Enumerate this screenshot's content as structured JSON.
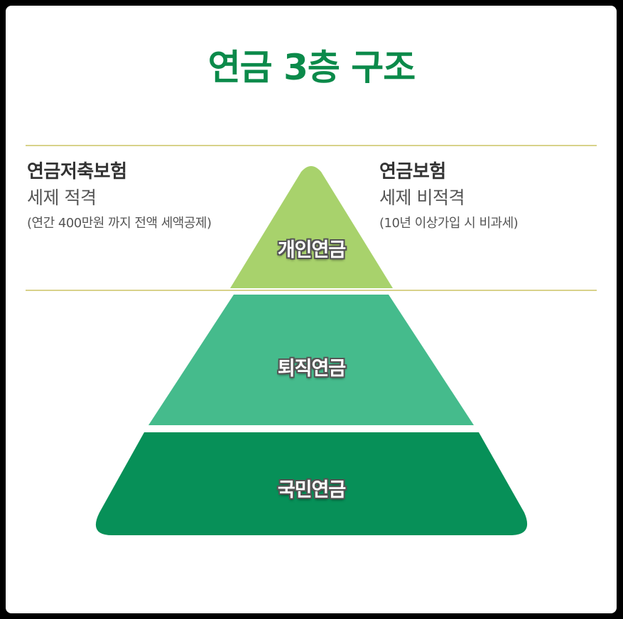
{
  "title": "연금 3층 구조",
  "left_panel": {
    "heading": "연금저축보험",
    "subtitle": "세제 적격",
    "note": "(연간 400만원 까지 전액 세액공제)"
  },
  "right_panel": {
    "heading": "연금보험",
    "subtitle": "세제 비적격",
    "note": "(10년 이상가입 시 비과세)"
  },
  "tiers": [
    {
      "label": "개인연금",
      "color": "#a8d26c"
    },
    {
      "label": "퇴직연금",
      "color": "#45bb8c"
    },
    {
      "label": "국민연금",
      "color": "#079058"
    }
  ],
  "colors": {
    "title": "#0b8a4a",
    "divider": "#d8d28a"
  }
}
